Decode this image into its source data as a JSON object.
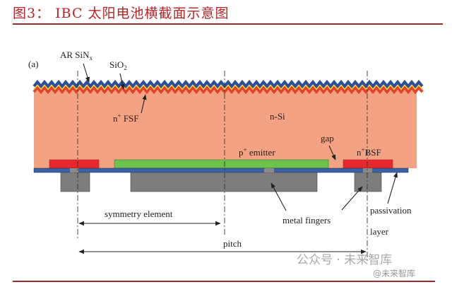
{
  "header": {
    "title": "图3： IBC 太阳电池横截面示意图"
  },
  "diagram": {
    "panel_label": "(a)",
    "labels": {
      "ar_sinx": "AR SiN",
      "ar_sinx_sub": "x",
      "sio2": "SiO",
      "sio2_sub": "2",
      "fsf": "n",
      "fsf_sup": "+",
      "fsf_rest": " FSF",
      "nsi": "n-Si",
      "gap": "gap",
      "emitter": "p",
      "emitter_sup": "+",
      "emitter_rest": " emitter",
      "bsf": "n",
      "bsf_sup": "+",
      "bsf_rest": "BSF",
      "symmetry": "symmetry element",
      "metal_fingers": "metal fingers",
      "passivation": "passivation",
      "layer": "layer",
      "pitch": "pitch"
    },
    "colors": {
      "silicon": "#f3a283",
      "emitter": "#6cc24a",
      "bsf": "#e8282c",
      "passivation": "#3a62a8",
      "metal": "#7d7d7d",
      "arc": "#2b4f9a",
      "sio2": "#f5d04a",
      "fsf": "#e2442a"
    }
  },
  "watermark": {
    "text": "公众号 · 未来智库",
    "sub": "@未来智库"
  }
}
